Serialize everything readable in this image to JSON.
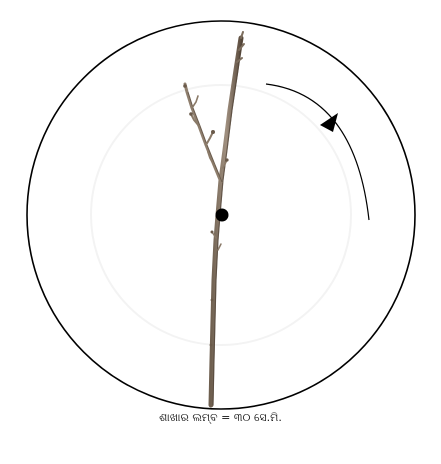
{
  "caption": "ଶାଖାର ଲମ୍ବ = ୩୦ ସେ.ମି.",
  "colors": {
    "outline": "#000000",
    "branch": "#8a7a68",
    "branch_dark": "#5e4f40",
    "pivot": "#000000"
  },
  "figure": {
    "subject": "bare-twig",
    "rotation_direction": "clockwise"
  }
}
